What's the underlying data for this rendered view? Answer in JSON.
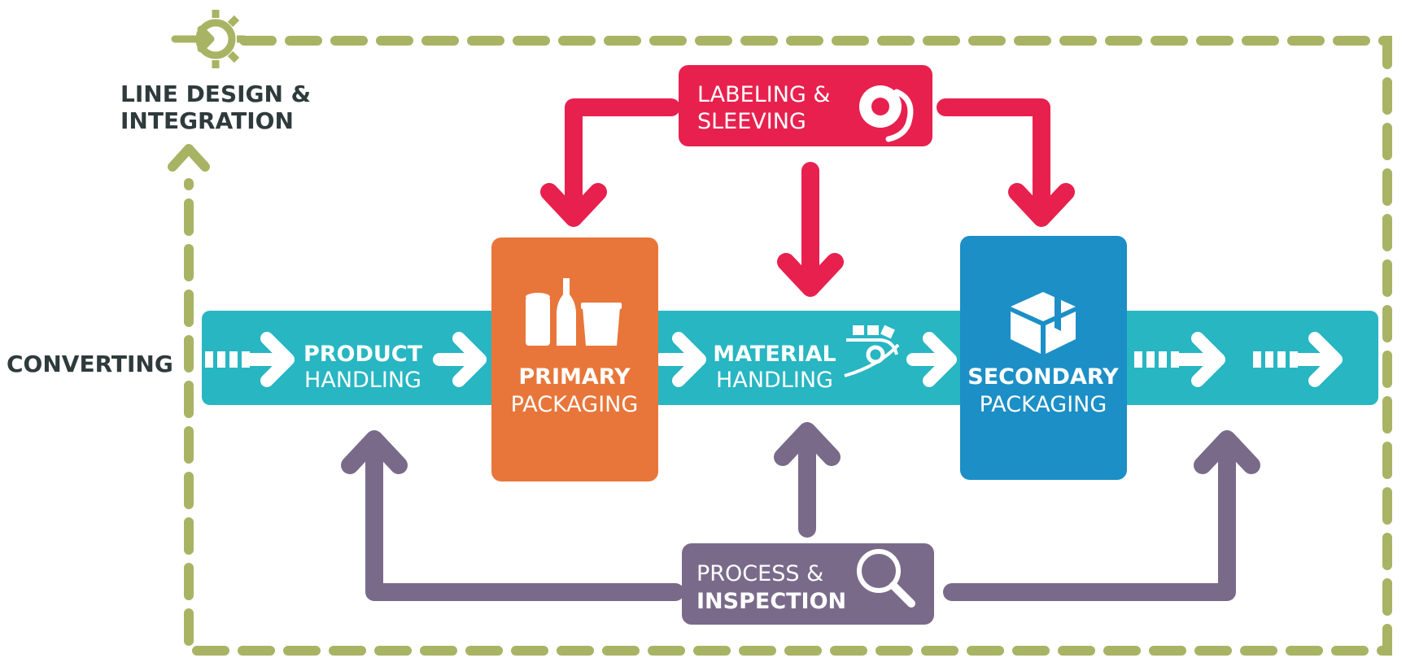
{
  "colors": {
    "dashed_border": "#a8b464",
    "conveyor": "#27b6c2",
    "labeling": "#e8204e",
    "primary": "#e8763a",
    "secondary": "#1b8fc6",
    "inspection": "#7a6a8a",
    "label_dark": "#2f3a3c",
    "white": "#ffffff"
  },
  "line_design": {
    "line1": "LINE DESIGN &",
    "line2": "INTEGRATION",
    "icon": "gear-arrow-icon"
  },
  "converting": {
    "label": "CONVERTING"
  },
  "labeling": {
    "line1": "LABELING &",
    "line2": "SLEEVING",
    "icon": "tape-roll-icon"
  },
  "product_handling": {
    "line1": "PRODUCT",
    "line2": "HANDLING"
  },
  "primary_packaging": {
    "line1": "PRIMARY",
    "line2": "PACKAGING",
    "icon": "bottles-icon"
  },
  "material_handling": {
    "line1": "MATERIAL",
    "line2": "HANDLING",
    "icon": "conveyor-gear-icon"
  },
  "secondary_packaging": {
    "line1": "SECONDARY",
    "line2": "PACKAGING",
    "icon": "box-icon"
  },
  "inspection": {
    "line1": "PROCESS &",
    "line2": "INSPECTION",
    "icon": "magnifier-icon"
  }
}
